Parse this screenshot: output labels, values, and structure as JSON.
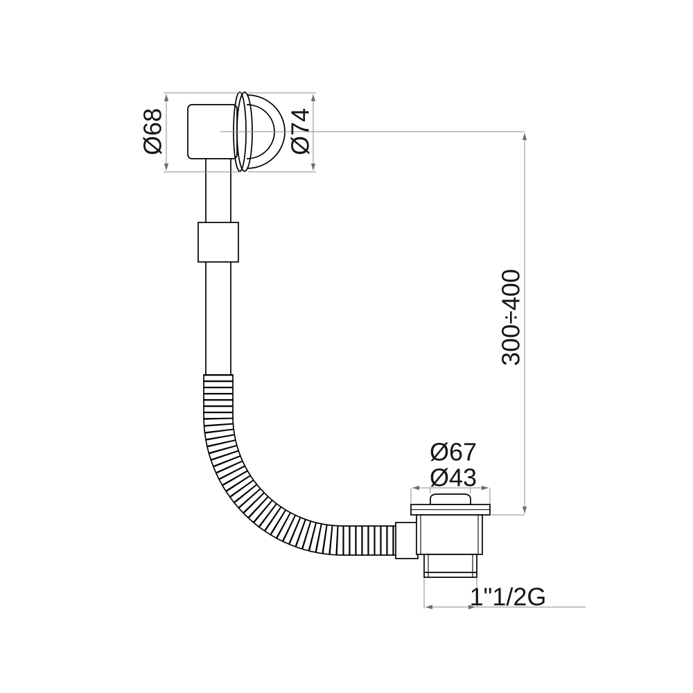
{
  "labels": {
    "overflow_body_dia": "Ø68",
    "overflow_cap_dia": "Ø74",
    "hose_length_range": "300÷400",
    "waste_flange_dia": "Ø67",
    "waste_cap_dia": "Ø43",
    "outlet_thread": "1\"1/2G"
  },
  "colors": {
    "object_line": "#000000",
    "dimension_line": "#8a8a8a",
    "text": "#151515",
    "background": "#ffffff"
  }
}
